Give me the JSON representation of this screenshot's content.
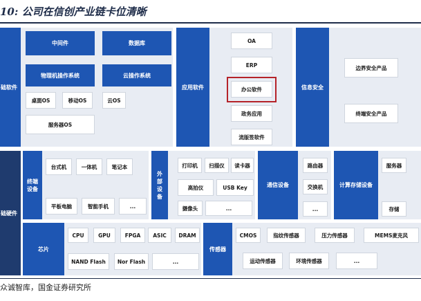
{
  "title": "10: 公司在信创产业链卡位清晰",
  "source": "众诚智库，国金证券研究所",
  "top_row": {
    "basic_software": {
      "label": "础软件",
      "middleware": "中间件",
      "database": "数据库",
      "physical_os": "物理机操作系统",
      "cloud_os": "云操作系统",
      "desktop_os": "桌面OS",
      "mobile_os": "移动OS",
      "cloud_os_short": "云OS",
      "server_os": "服务器OS"
    },
    "application_software": {
      "label": "应用软件",
      "items": [
        "OA",
        "ERP",
        "办公软件",
        "政务应用",
        "流版签软件"
      ],
      "highlighted": "办公软件"
    },
    "info_security": {
      "label": "信息安全",
      "items": [
        "边界安全产品",
        "终端安全产品"
      ]
    }
  },
  "hardware": {
    "label": "础硬件",
    "terminal": {
      "label": "终端设备",
      "items": [
        "台式机",
        "一体机",
        "笔记本",
        "平板电脑",
        "智能手机",
        "..."
      ]
    },
    "peripherals": {
      "label": "外部设备",
      "items": [
        "打印机",
        "扫描仪",
        "读卡器",
        "高拍仪",
        "USB Key",
        "摄像头",
        "..."
      ]
    },
    "communication": {
      "label": "通信设备",
      "items": [
        "路由器",
        "交换机",
        "..."
      ]
    },
    "computing_storage": {
      "label": "计算存储设备",
      "items": [
        "服务器",
        "存储"
      ]
    },
    "chips": {
      "label": "芯片",
      "items": [
        "CPU",
        "GPU",
        "FPGA",
        "ASIC",
        "DRAM",
        "NAND Flash",
        "Nor Flash",
        "..."
      ]
    },
    "sensors": {
      "label": "传感器",
      "items": [
        "CMOS",
        "指纹传感器",
        "压力传感器",
        "MEMS麦克风",
        "运动传感器",
        "环境传感器",
        "..."
      ]
    }
  },
  "colors": {
    "block_blue": "#1e56b3",
    "dark_navy": "#1f3b6e",
    "panel_bg": "#e8ecf3",
    "highlight_red": "#b52228",
    "title_navy": "#1f2d4a"
  }
}
